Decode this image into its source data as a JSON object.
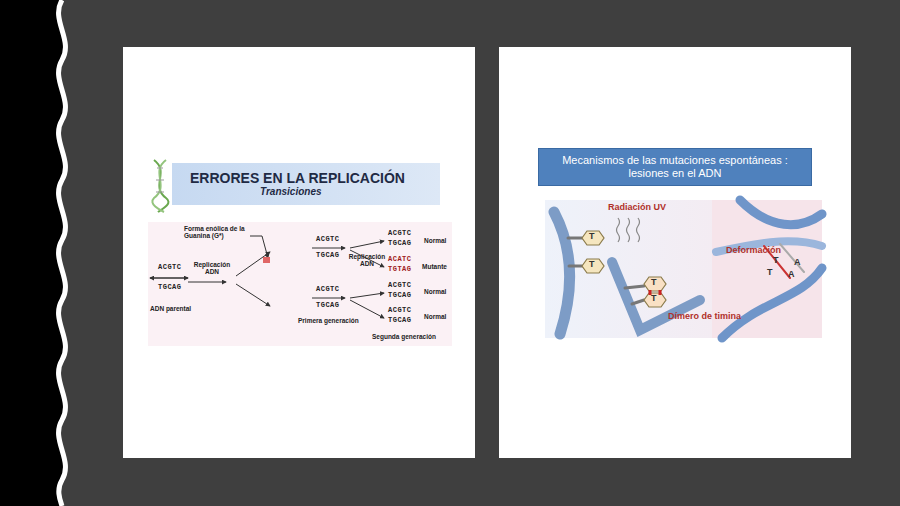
{
  "diagram": {
    "nodes": [
      {
        "text": [
          "ERRORES EN LA REPLICACIÓN",
          "Transiciones"
        ]
      },
      {
        "text": [
          "Mecanismos de las mutaciones espontáneas : lesiones en el ADN"
        ]
      }
    ],
    "edges": [],
    "labels": [
      "Forma enólica de la Guanina (G*)",
      "Replicación ADN",
      "ADN parental",
      "Primera generación",
      "Replicación ADN",
      "Normal",
      "Mutante",
      "Normal",
      "Normal",
      "Segunda generación",
      "ACGTC",
      "TGCAG",
      "ACGTC",
      "TGCAG",
      "ACGTC",
      "TGCAG",
      "ACGTC",
      "TGCAG",
      "ACATC",
      "TGTAG",
      "ACGTC",
      "TGCAG",
      "ACGTC",
      "TGCAG",
      "Radiación UV",
      "Dímero de timina",
      "Deformación",
      "T",
      "T",
      "T",
      "T",
      "T",
      "A",
      "T",
      "A"
    ]
  }
}
